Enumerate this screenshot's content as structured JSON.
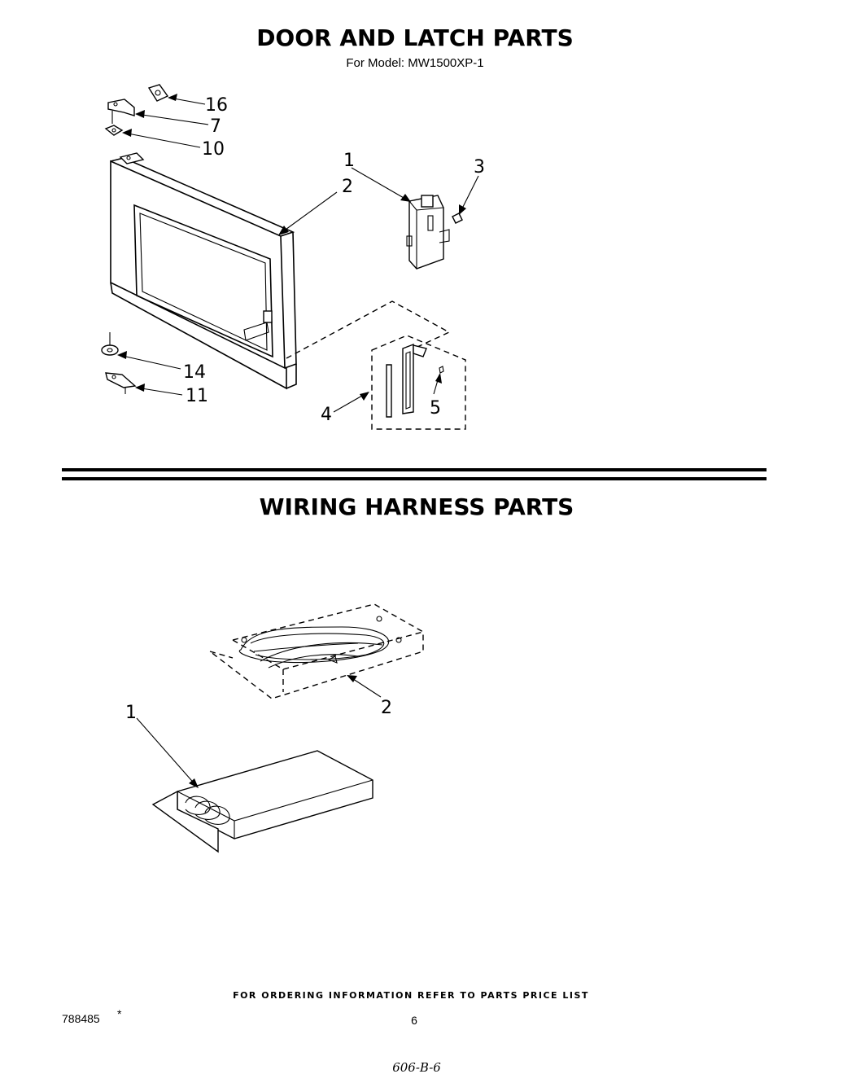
{
  "header": {
    "title": "DOOR AND LATCH PARTS",
    "model": "For Model: MW1500XP-1"
  },
  "section2": {
    "title": "WIRING HARNESS PARTS"
  },
  "door_callouts": [
    "16",
    "7",
    "10",
    "1",
    "3",
    "2",
    "14",
    "11",
    "4",
    "5"
  ],
  "wiring_callouts": [
    "1",
    "2"
  ],
  "footer": {
    "ordering": "FOR ORDERING INFORMATION REFER TO PARTS PRICE LIST",
    "part_number": "788485",
    "page_number": "6",
    "handwritten": "606-B-6"
  }
}
